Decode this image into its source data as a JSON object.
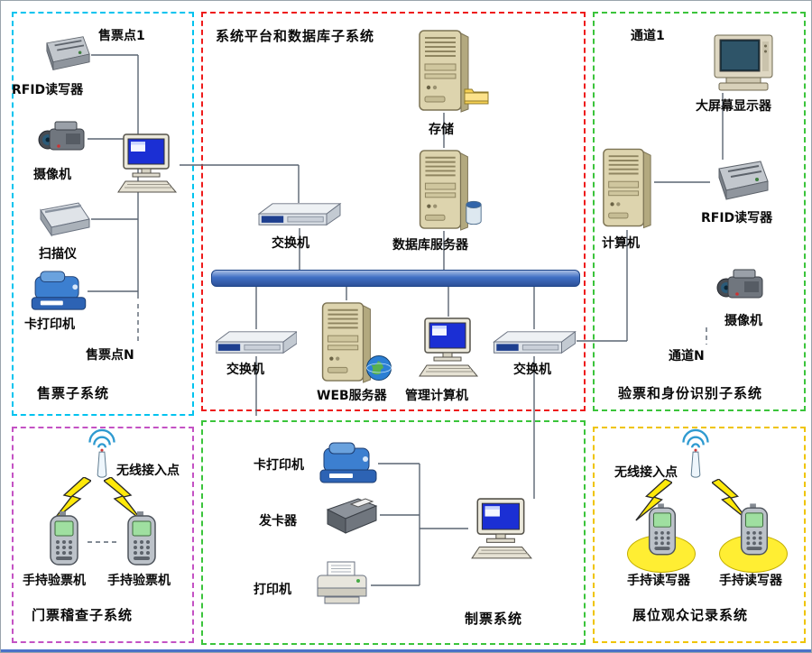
{
  "page": {
    "background": "#ffffff",
    "frame_line_color": "#4a72c8"
  },
  "subsystems": {
    "ticket_sales": {
      "name": "售票子系统",
      "border_color": "#00c3ef",
      "labels": {
        "point1": "售票点1",
        "rfid_reader": "RFID读写器",
        "camera": "摄像机",
        "scanner": "扫描仪",
        "card_printer": "卡打印机",
        "pointN": "售票点N"
      }
    },
    "platform": {
      "name": "系统平台和数据库子系统",
      "border_color": "#ee1b1b",
      "labels": {
        "storage": "存储",
        "database_server": "数据库服务器",
        "switch_top": "交换机",
        "switch_left": "交换机",
        "web_server": "WEB服务器",
        "management_computer": "管理计算机",
        "switch_right": "交换机"
      }
    },
    "verification": {
      "name": "验票和身份识别子系统",
      "border_color": "#3bc43b",
      "labels": {
        "channel1": "通道1",
        "big_display": "大屏幕显示器",
        "rfid_reader": "RFID读写器",
        "computer": "计算机",
        "camera": "摄像机",
        "channelN": "通道N"
      }
    },
    "inspection": {
      "name": "门票稽查子系统",
      "border_color": "#c452c4",
      "labels": {
        "wireless_ap": "无线接入点",
        "handheld_checker_1": "手持验票机",
        "handheld_checker_2": "手持验票机"
      }
    },
    "ticket_making": {
      "name": "制票系统",
      "border_color": "#3bc43b",
      "labels": {
        "card_printer": "卡打印机",
        "card_dispenser": "发卡器",
        "printer": "打印机"
      }
    },
    "booth_records": {
      "name": "展位观众记录系统",
      "border_color": "#efc400",
      "labels": {
        "wireless_ap": "无线接入点",
        "handheld_reader_1": "手持读写器",
        "handheld_reader_2": "手持读写器"
      }
    }
  },
  "colors": {
    "backbone_bar": "#3f6fc4",
    "lightning": "#ffe90a",
    "handheld_pad": "#ffee33",
    "connector": "#5a6572"
  },
  "icons": {
    "rfid_reader": "sym-rfid",
    "camera": "sym-camera",
    "scanner": "sym-scanner",
    "card_printer": "sym-cardprinter",
    "desktop_computer": "sym-desktop",
    "server_tower": "sym-server",
    "network_switch": "sym-switch",
    "crt_monitor": "sym-crt",
    "wireless_ap": "sym-ap",
    "lightning_bolt": "sym-bolt",
    "handheld_terminal": "sym-handheld",
    "card_dispenser": "sym-dispenser",
    "printer": "sym-printer",
    "folder_badge": "sym-folder",
    "database_badge": "sym-cylinder",
    "globe_badge": "sym-globe"
  }
}
